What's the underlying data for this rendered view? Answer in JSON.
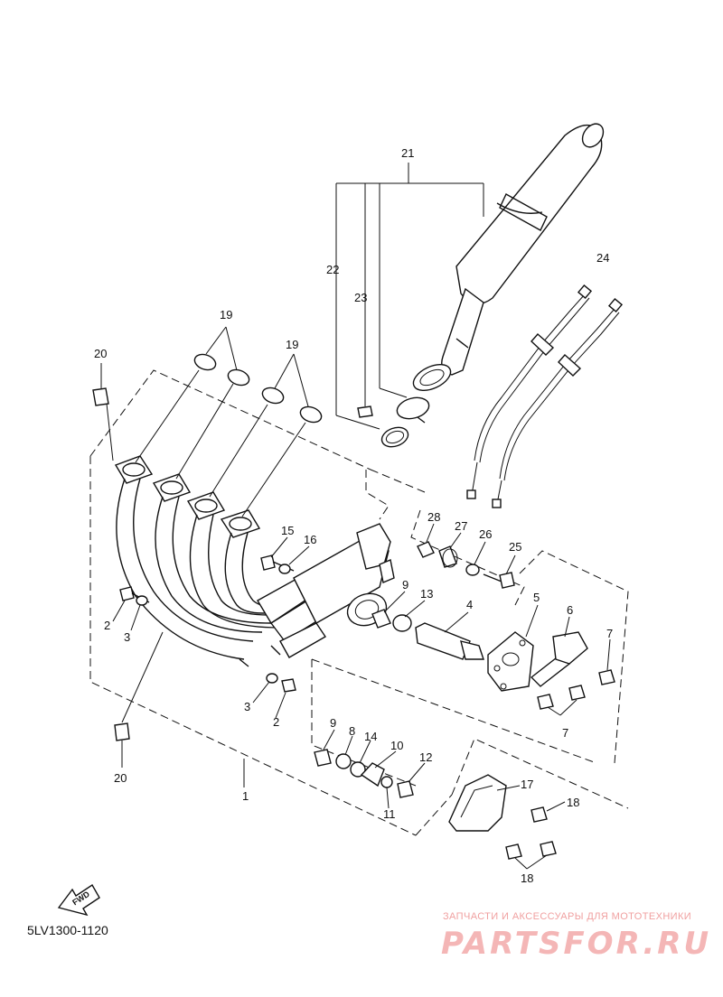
{
  "diagram_code": "5LV1300-1120",
  "fwd_label": "FWD",
  "watermark": {
    "tagline": "ЗАПЧАСТИ И АКСЕССУАРЫ ДЛЯ МОТОТЕХНИКИ",
    "logo": "PARTSFOR.RU"
  },
  "callouts": {
    "c1": "1",
    "c2a": "2",
    "c2b": "2",
    "c3a": "3",
    "c3b": "3",
    "c4": "4",
    "c5": "5",
    "c6": "6",
    "c7a": "7",
    "c7b": "7",
    "c8": "8",
    "c9a": "9",
    "c9b": "9",
    "c10": "10",
    "c11": "11",
    "c12": "12",
    "c13": "13",
    "c14": "14",
    "c15": "15",
    "c16": "16",
    "c17": "17",
    "c18a": "18",
    "c18b": "18",
    "c19a": "19",
    "c19b": "19",
    "c20a": "20",
    "c20b": "20",
    "c21": "21",
    "c22": "22",
    "c23": "23",
    "c24": "24",
    "c25": "25",
    "c26": "26",
    "c27": "27",
    "c28": "28"
  }
}
